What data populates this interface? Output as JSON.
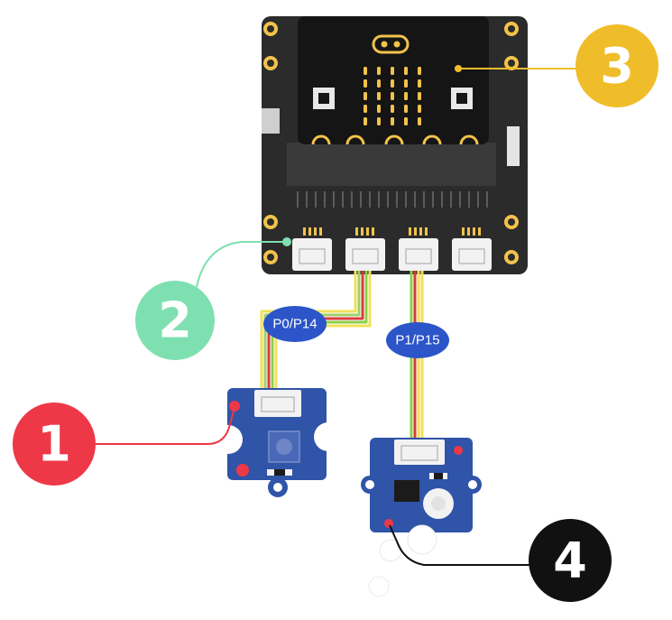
{
  "callouts": [
    {
      "number": "1",
      "color": "#ee3848",
      "target": "potentiometer-module"
    },
    {
      "number": "2",
      "color": "#7ee0b0",
      "target": "expansion-board"
    },
    {
      "number": "3",
      "color": "#f0bd2a",
      "target": "microbit"
    },
    {
      "number": "4",
      "color": "#111111",
      "target": "sensor-module"
    }
  ],
  "ports": {
    "left": "P0/P14",
    "right": "P1/P15"
  },
  "colors": {
    "board_dark": "#2b2b2b",
    "microbit": "#151515",
    "led": "#f2c24a",
    "module_blue": "#2f54a8",
    "port_label": "#2b55c8",
    "connector": "#f2f2f2",
    "wire_red": "#d93b3b",
    "wire_yellow": "#f1e05a",
    "wire_green": "#8ad14a"
  }
}
